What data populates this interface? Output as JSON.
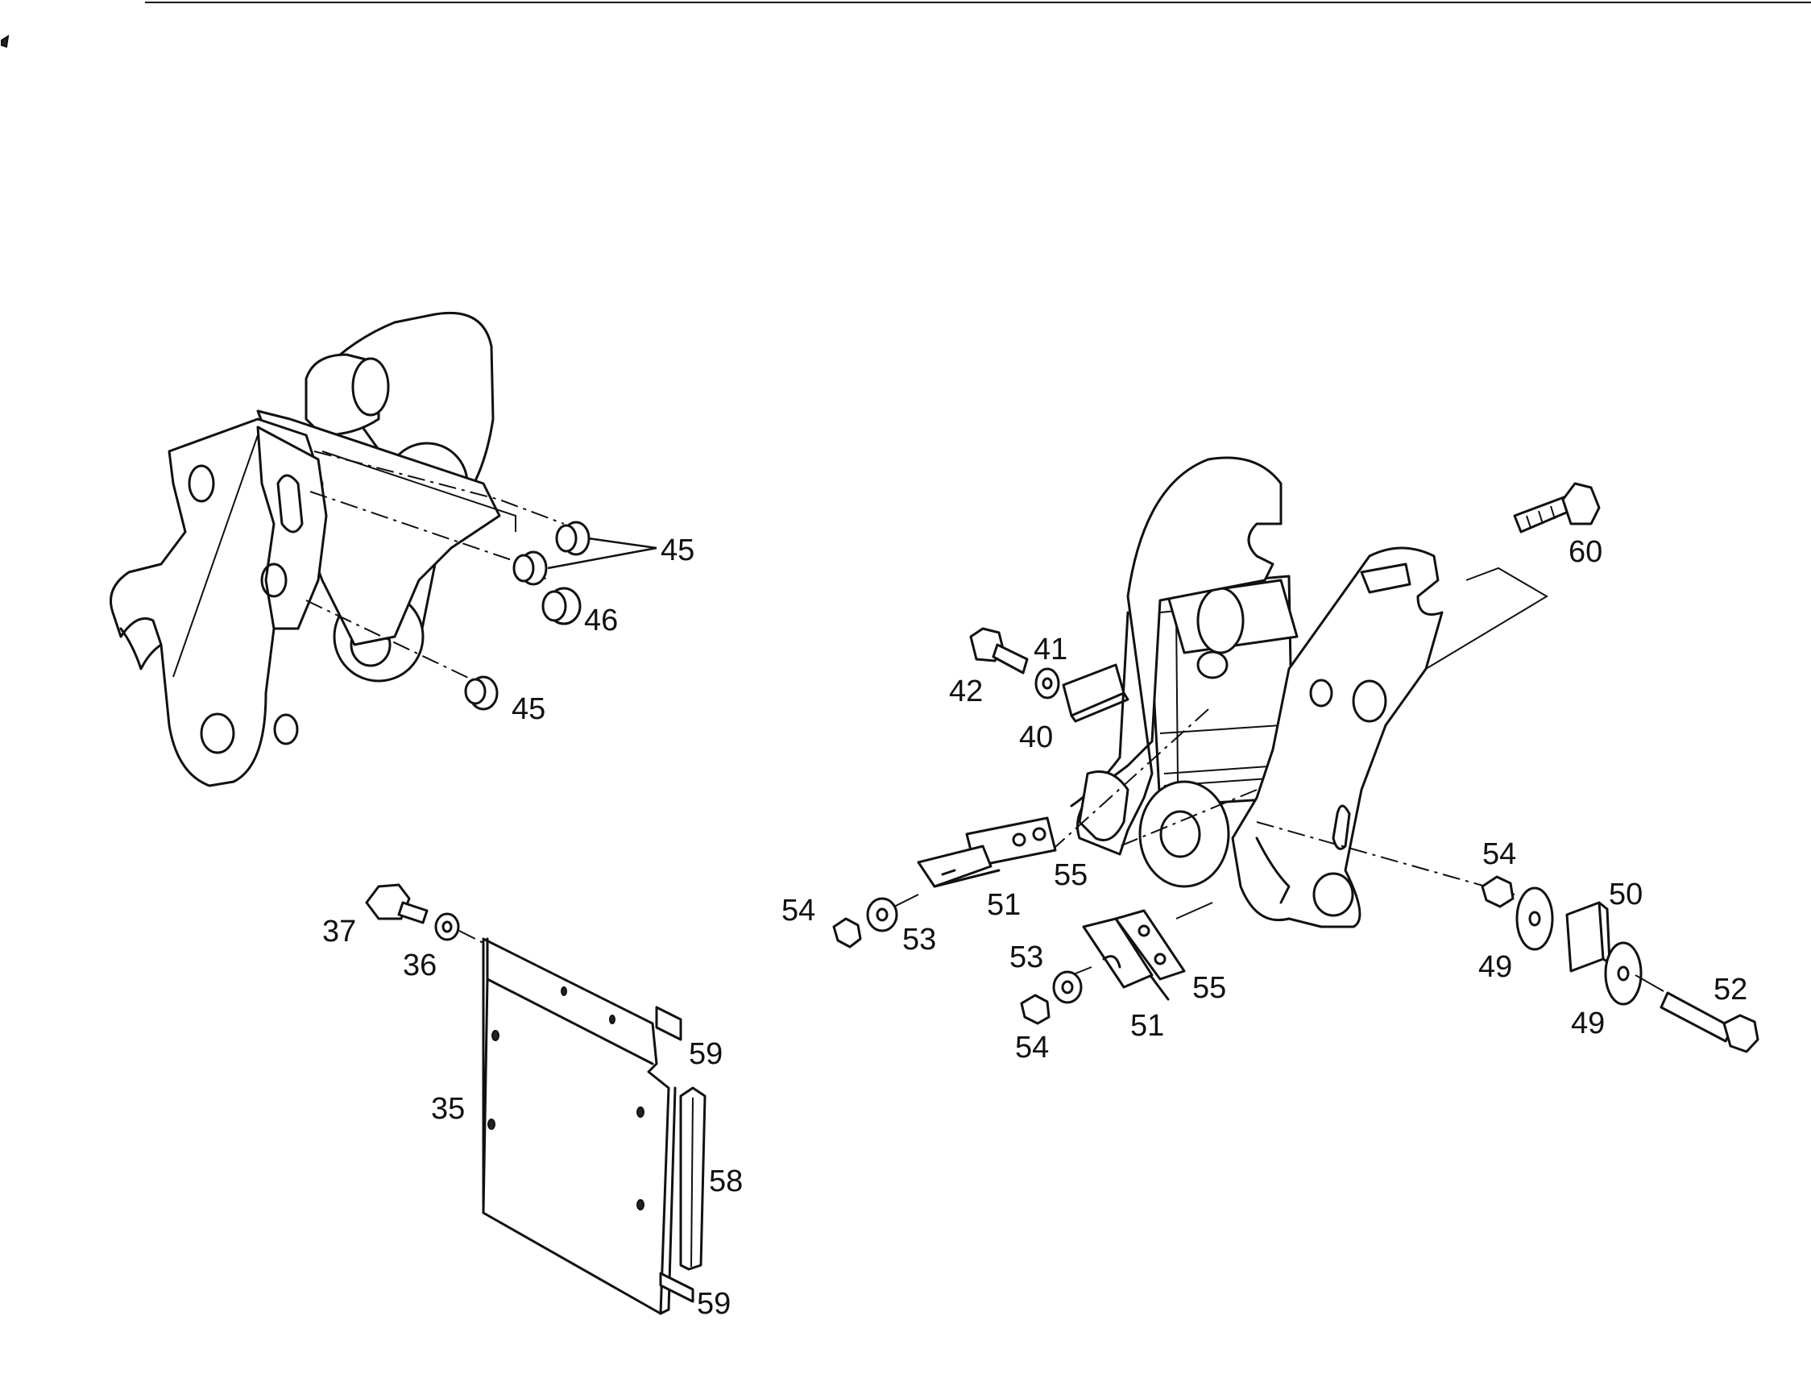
{
  "labels": {
    "l45a": "45",
    "l46": "46",
    "l45b": "45",
    "l60": "60",
    "l41": "41",
    "l42": "42",
    "l40": "40",
    "l55a": "55",
    "l51a": "51",
    "l54a": "54",
    "l53a": "53",
    "l54b": "54",
    "l50": "50",
    "l49a": "49",
    "l52": "52",
    "l49b": "49",
    "l53b": "53",
    "l55b": "55",
    "l54c": "54",
    "l51b": "51",
    "l37": "37",
    "l36": "36",
    "l59a": "59",
    "l35": "35",
    "l58": "58",
    "l59b": "59"
  }
}
